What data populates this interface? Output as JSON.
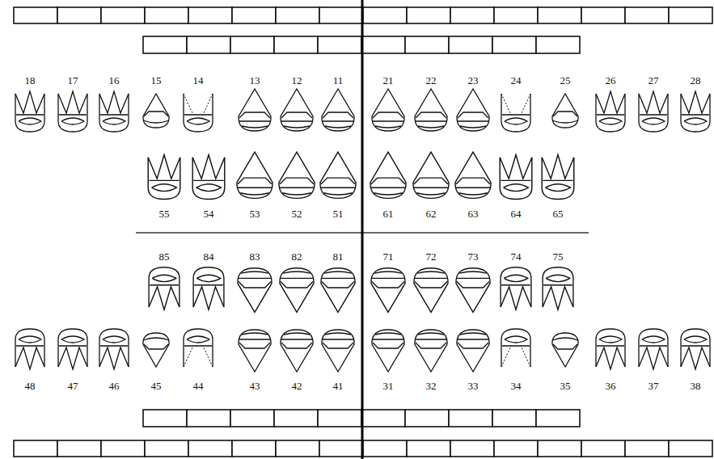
{
  "diagram": {
    "labels": [
      "18",
      "17",
      "16",
      "15",
      "14",
      "13",
      "12",
      "11",
      "21",
      "22",
      "23",
      "24",
      "25",
      "26",
      "27",
      "28",
      "55",
      "54",
      "53",
      "52",
      "51",
      "61",
      "62",
      "63",
      "64",
      "65",
      "85",
      "84",
      "83",
      "82",
      "81",
      "71",
      "72",
      "73",
      "74",
      "75",
      "48",
      "47",
      "46",
      "45",
      "44",
      "43",
      "42",
      "41",
      "31",
      "32",
      "33",
      "34",
      "35",
      "36",
      "37",
      "38"
    ]
  }
}
